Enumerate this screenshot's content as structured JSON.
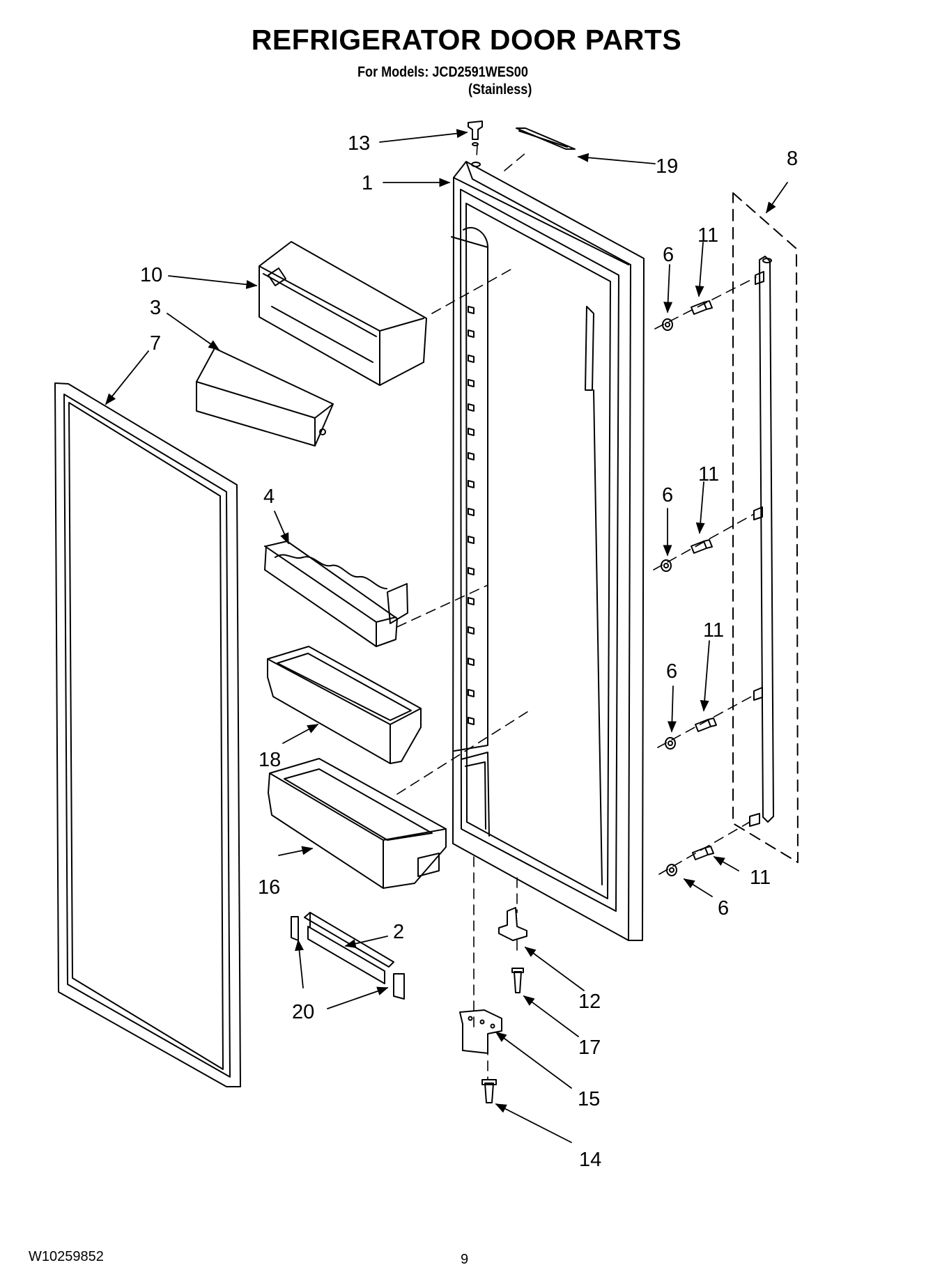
{
  "title": "REFRIGERATOR DOOR PARTS",
  "models_line": "For Models: JCD2591WES00",
  "variant_line": "(Stainless)",
  "doc_number": "W10259852",
  "page_number": "9",
  "callouts": {
    "c1": "1",
    "c2": "2",
    "c3": "3",
    "c4": "4",
    "c6a": "6",
    "c6b": "6",
    "c6c": "6",
    "c6d": "6",
    "c7": "7",
    "c8": "8",
    "c10": "10",
    "c11a": "11",
    "c11b": "11",
    "c11c": "11",
    "c11d": "11",
    "c12": "12",
    "c13": "13",
    "c14": "14",
    "c15": "15",
    "c16": "16",
    "c17": "17",
    "c18": "18",
    "c19": "19",
    "c20": "20"
  }
}
